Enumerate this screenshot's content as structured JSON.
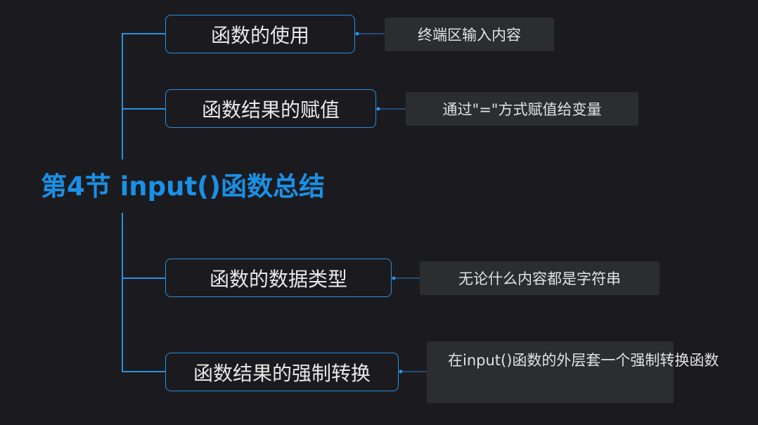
{
  "root": {
    "title": "第4节 input()函数总结"
  },
  "branches": [
    {
      "topic": "函数的使用",
      "note": "终端区输入内容"
    },
    {
      "topic": "函数结果的赋值",
      "note": "通过\"=\"方式赋值给变量"
    },
    {
      "topic": "函数的数据类型",
      "note": "无论什么内容都是字符串"
    },
    {
      "topic": "函数结果的强制转换",
      "note_lines": [
        "在input()函数的外层套一个",
        "强制转换函数"
      ]
    }
  ],
  "colors": {
    "background": "#1b1b1f",
    "accent": "#1a90e6",
    "note_bg": "#2c2d31",
    "text": "#e8e8e8"
  }
}
